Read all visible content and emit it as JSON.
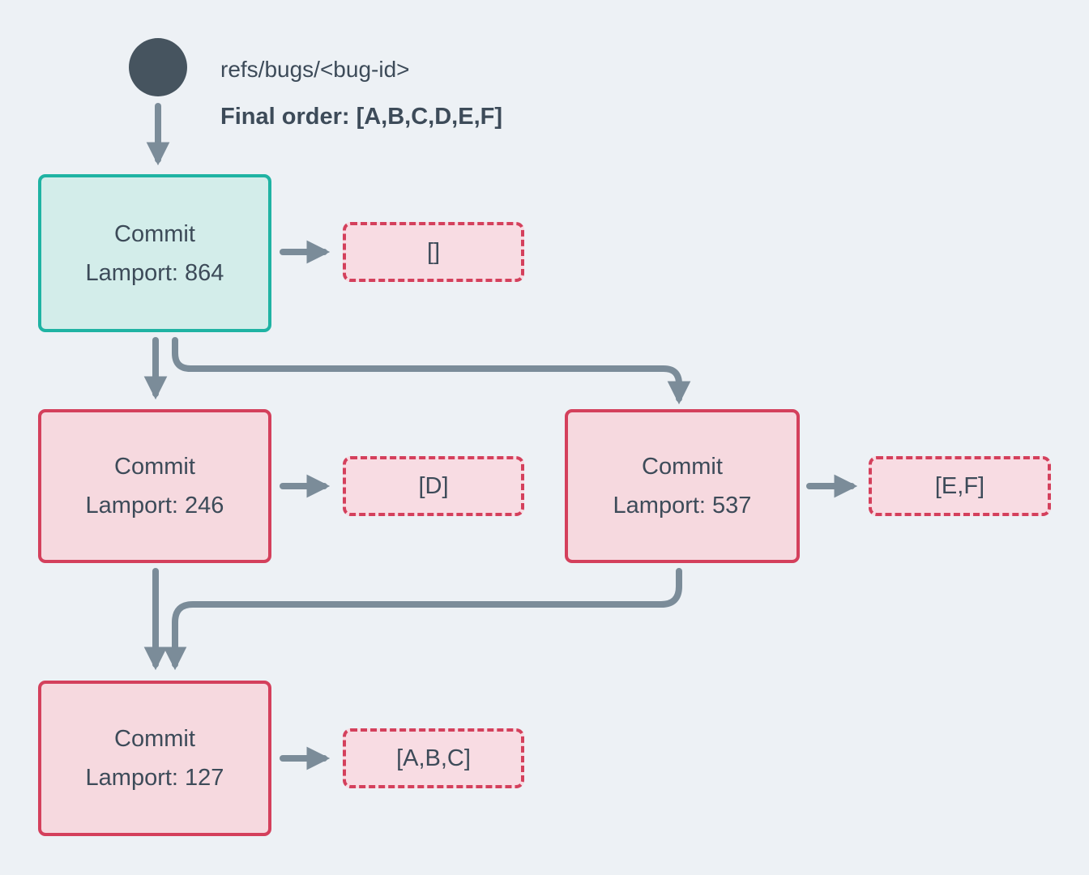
{
  "header": {
    "ref_label": "refs/bugs/<bug-id>",
    "final_order": "Final order: [A,B,C,D,E,F]"
  },
  "nodes": {
    "root": {
      "title": "Commit",
      "lamport": "Lamport: 864",
      "payload": "[]"
    },
    "left": {
      "title": "Commit",
      "lamport": "Lamport: 246",
      "payload": "[D]"
    },
    "right": {
      "title": "Commit",
      "lamport": "Lamport: 537",
      "payload": "[E,F]"
    },
    "merge": {
      "title": "Commit",
      "lamport": "Lamport: 127",
      "payload": "[A,B,C]"
    }
  },
  "colors": {
    "bg": "#EDF1F5",
    "slate": "#46545F",
    "ink": "#3D4B59",
    "arrow": "#7B8C99",
    "teal-border": "#1FB3A3",
    "teal-fill": "#D3EDEA",
    "red-border": "#D4405C",
    "red-fill": "#F6D9DF",
    "dashed-fill": "#F8DCE3"
  }
}
